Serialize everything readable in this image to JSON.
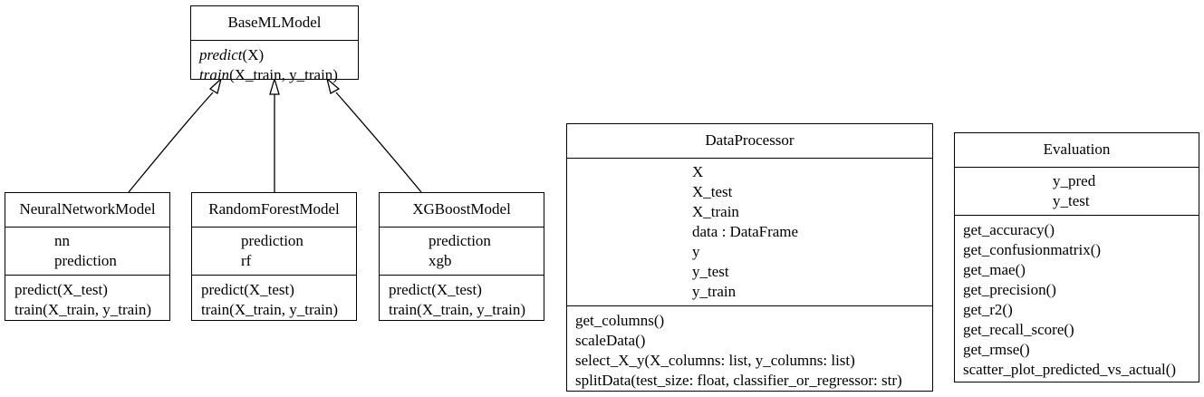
{
  "classes": {
    "base": {
      "name": "BaseMLModel",
      "operations": [
        {
          "italic": "predict",
          "rest": "(X)"
        },
        {
          "italic": "train",
          "rest": "(X_train, y_train)"
        }
      ]
    },
    "nn": {
      "name": "NeuralNetworkModel",
      "attributes": [
        "nn",
        "prediction"
      ],
      "operations": [
        "predict(X_test)",
        "train(X_train, y_train)"
      ]
    },
    "rf": {
      "name": "RandomForestModel",
      "attributes": [
        "prediction",
        "rf"
      ],
      "operations": [
        "predict(X_test)",
        "train(X_train, y_train)"
      ]
    },
    "xgb": {
      "name": "XGBoostModel",
      "attributes": [
        "prediction",
        "xgb"
      ],
      "operations": [
        "predict(X_test)",
        "train(X_train, y_train)"
      ]
    },
    "dp": {
      "name": "DataProcessor",
      "attributes": [
        "X",
        "X_test",
        "X_train",
        "data : DataFrame",
        "y",
        "y_test",
        "y_train"
      ],
      "operations": [
        "get_columns()",
        "scaleData()",
        "select_X_y(X_columns: list, y_columns: list)",
        "splitData(test_size: float, classifier_or_regressor: str)"
      ]
    },
    "ev": {
      "name": "Evaluation",
      "attributes": [
        "y_pred",
        "y_test"
      ],
      "operations": [
        "get_accuracy()",
        "get_confusionmatrix()",
        "get_mae()",
        "get_precision()",
        "get_r2()",
        "get_recall_score()",
        "get_rmse()",
        "scatter_plot_predicted_vs_actual()"
      ]
    }
  },
  "relations": [
    {
      "from": "NeuralNetworkModel",
      "to": "BaseMLModel",
      "type": "inheritance"
    },
    {
      "from": "RandomForestModel",
      "to": "BaseMLModel",
      "type": "inheritance"
    },
    {
      "from": "XGBoostModel",
      "to": "BaseMLModel",
      "type": "inheritance"
    }
  ]
}
